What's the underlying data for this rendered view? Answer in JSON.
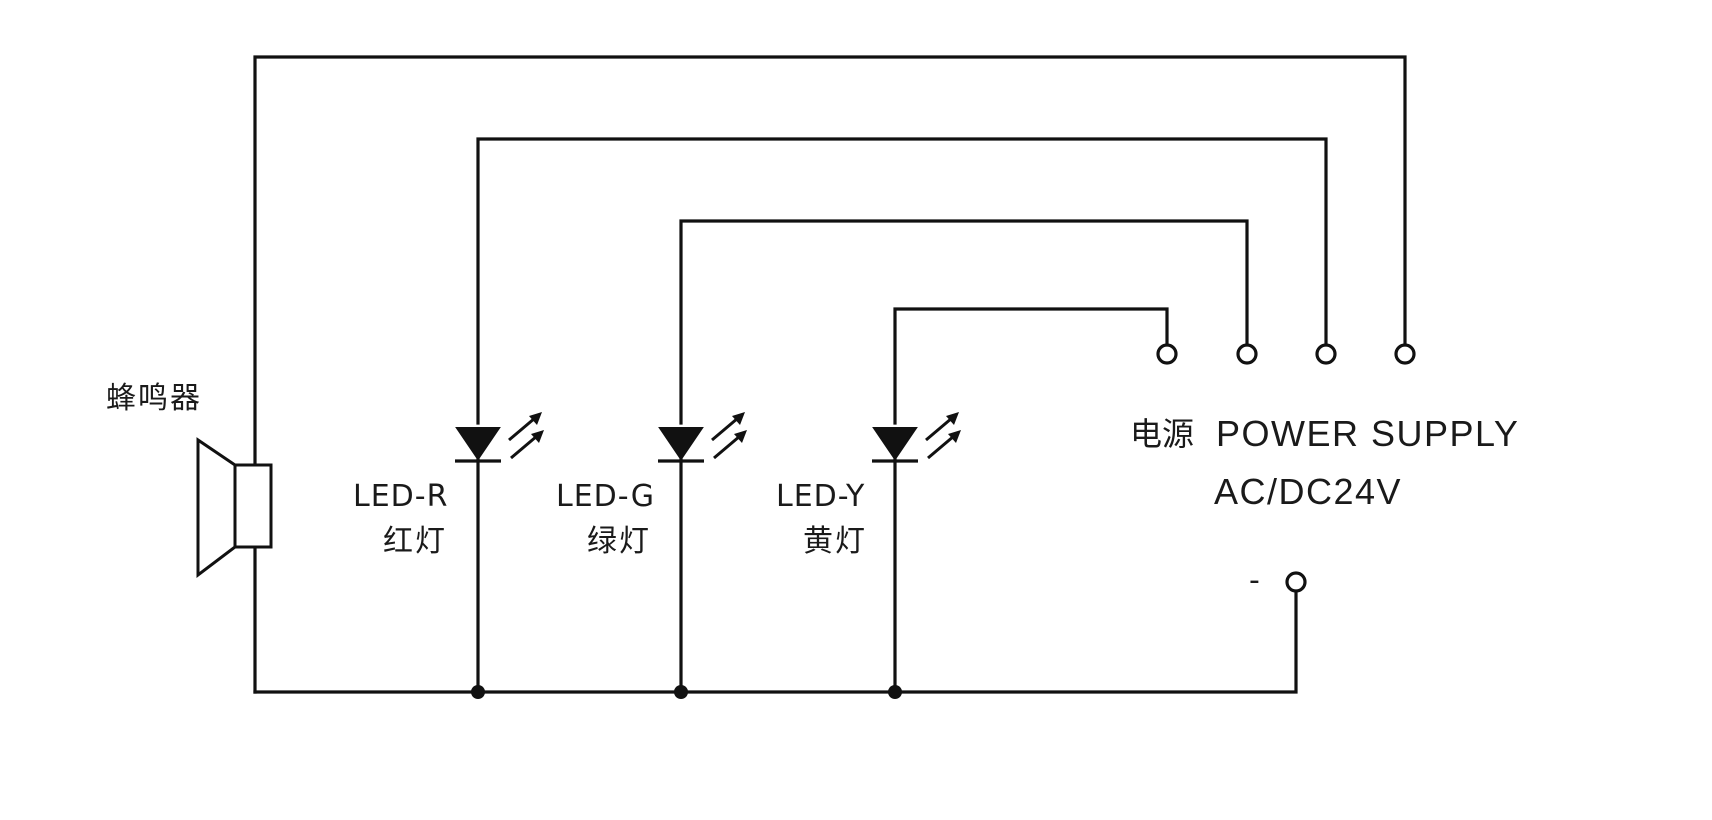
{
  "buzzer": {
    "label": "蜂鸣器"
  },
  "leds": [
    {
      "code": "LED-R",
      "label": "红灯"
    },
    {
      "code": "LED-G",
      "label": "绿灯"
    },
    {
      "code": "LED-Y",
      "label": "黄灯"
    }
  ],
  "power_supply": {
    "label_cn": "电源",
    "label_en": "POWER SUPPLY",
    "voltage": "AC/DC24V",
    "negative_symbol": "-"
  }
}
